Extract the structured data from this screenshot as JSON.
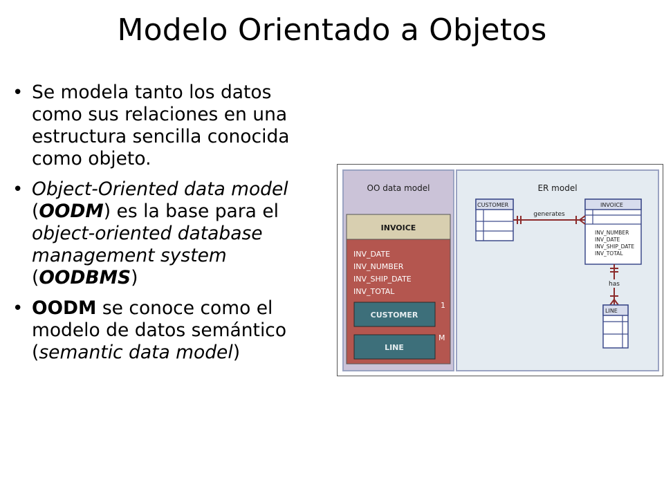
{
  "slide": {
    "title": "Modelo Orientado a Objetos"
  },
  "bullets": [
    {
      "lines": [
        [
          {
            "t": "Se modela tanto los datos",
            "s": ""
          }
        ],
        [
          {
            "t": "como sus relaciones en una",
            "s": ""
          }
        ],
        [
          {
            "t": "estructura sencilla conocida",
            "s": ""
          }
        ],
        [
          {
            "t": "como objeto.",
            "s": ""
          }
        ]
      ]
    },
    {
      "lines": [
        [
          {
            "t": "Object-Oriented data model",
            "s": "it"
          }
        ],
        [
          {
            "t": "(",
            "s": ""
          },
          {
            "t": "OODM",
            "s": "bi"
          },
          {
            "t": ") es la base para el",
            "s": ""
          }
        ],
        [
          {
            "t": "object-oriented database",
            "s": "it"
          }
        ],
        [
          {
            "t": "management system",
            "s": "it"
          }
        ],
        [
          {
            "t": "(",
            "s": ""
          },
          {
            "t": "OODBMS",
            "s": "bi"
          },
          {
            "t": ")",
            "s": ""
          }
        ]
      ]
    },
    {
      "lines": [
        [
          {
            "t": "OODM",
            "s": "b"
          },
          {
            "t": " se conoce como el",
            "s": ""
          }
        ],
        [
          {
            "t": "modelo de datos semántico",
            "s": ""
          }
        ],
        [
          {
            "t": "(",
            "s": ""
          },
          {
            "t": "semantic data model",
            "s": "it"
          },
          {
            "t": ")",
            "s": ""
          }
        ]
      ]
    }
  ],
  "figure": {
    "oo_panel": {
      "heading": "OO data model",
      "object_name": "INVOICE",
      "attributes": [
        "INV_DATE",
        "INV_NUMBER",
        "INV_SHIP_DATE",
        "INV_TOTAL"
      ],
      "customer_label": "CUSTOMER",
      "line_label": "LINE",
      "cardinality_one": "1",
      "cardinality_many": "M"
    },
    "er_panel": {
      "heading": "ER model",
      "customer_entity": "CUSTOMER",
      "invoice_entity": "INVOICE",
      "relationship_generates": "generates",
      "relationship_has": "has",
      "invoice_attributes": [
        "INV_NUMBER",
        "INV_DATE",
        "INV_SHIP_DATE",
        "INV_TOTAL"
      ],
      "line_entity": "LINE"
    },
    "colors": {
      "panel_border": "#9aa3c2",
      "oo_background": "#cbc3d8",
      "er_background": "#e4ebf1",
      "invoice_header": "#d8cfb0",
      "invoice_body": "#b4564f",
      "inner_box": "#3d6f7a",
      "entity_header": "#d7dced",
      "entity_line": "#3c4a8a",
      "relation_line": "#8b2a2a"
    }
  }
}
